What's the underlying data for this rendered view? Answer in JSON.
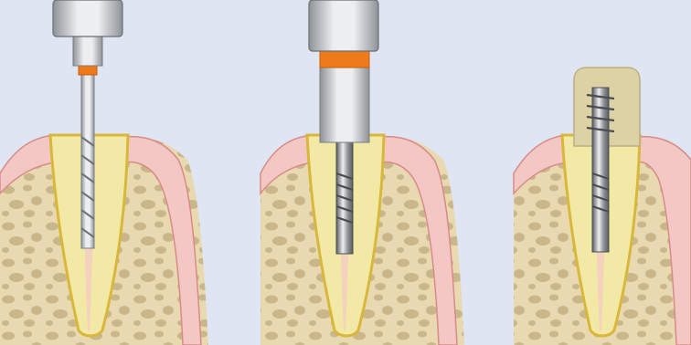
{
  "figure": {
    "panels": [
      {
        "step": "drilling-post-space",
        "components": [
          "handpiece-chuck",
          "orange-depth-band",
          "twist-drill",
          "root-canal",
          "tooth-root",
          "gum",
          "bone"
        ]
      },
      {
        "step": "seating-post",
        "components": [
          "handpiece-chuck",
          "orange-depth-band",
          "post-driver-sleeve",
          "threaded-post",
          "root-canal",
          "tooth-root",
          "gum",
          "bone"
        ]
      },
      {
        "step": "core-build-up",
        "components": [
          "composite-core",
          "threaded-post",
          "root-canal",
          "tooth-root",
          "gum",
          "bone"
        ]
      }
    ]
  },
  "colors": {
    "background": "#dfe5f2",
    "bone": "#e9d9b0",
    "bone_pores": "#c9b68a",
    "gum": "#f2c7c4",
    "gum_edge": "#d98b88",
    "root": "#f3e9a6",
    "root_outline": "#d8b73a",
    "canal": "#f4d2bd",
    "metal_light": "#eceef0",
    "metal_dark": "#8e9296",
    "post_dark": "#5a5d60",
    "orange_band": "#ef7a1c",
    "core": "#dcd2a6"
  }
}
